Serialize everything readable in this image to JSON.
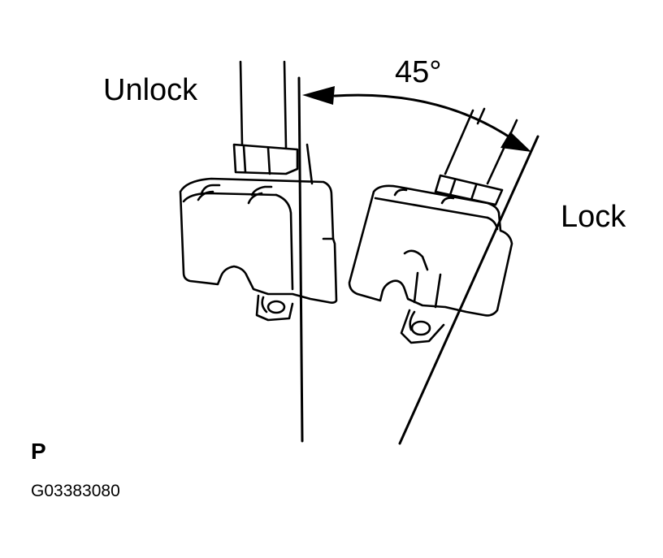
{
  "diagram": {
    "labels": {
      "unlock": "Unlock",
      "angle": "45°",
      "lock": "Lock",
      "view": "P",
      "figure_code": "G03383080"
    },
    "colors": {
      "ink": "#000000",
      "background": "#ffffff"
    }
  }
}
